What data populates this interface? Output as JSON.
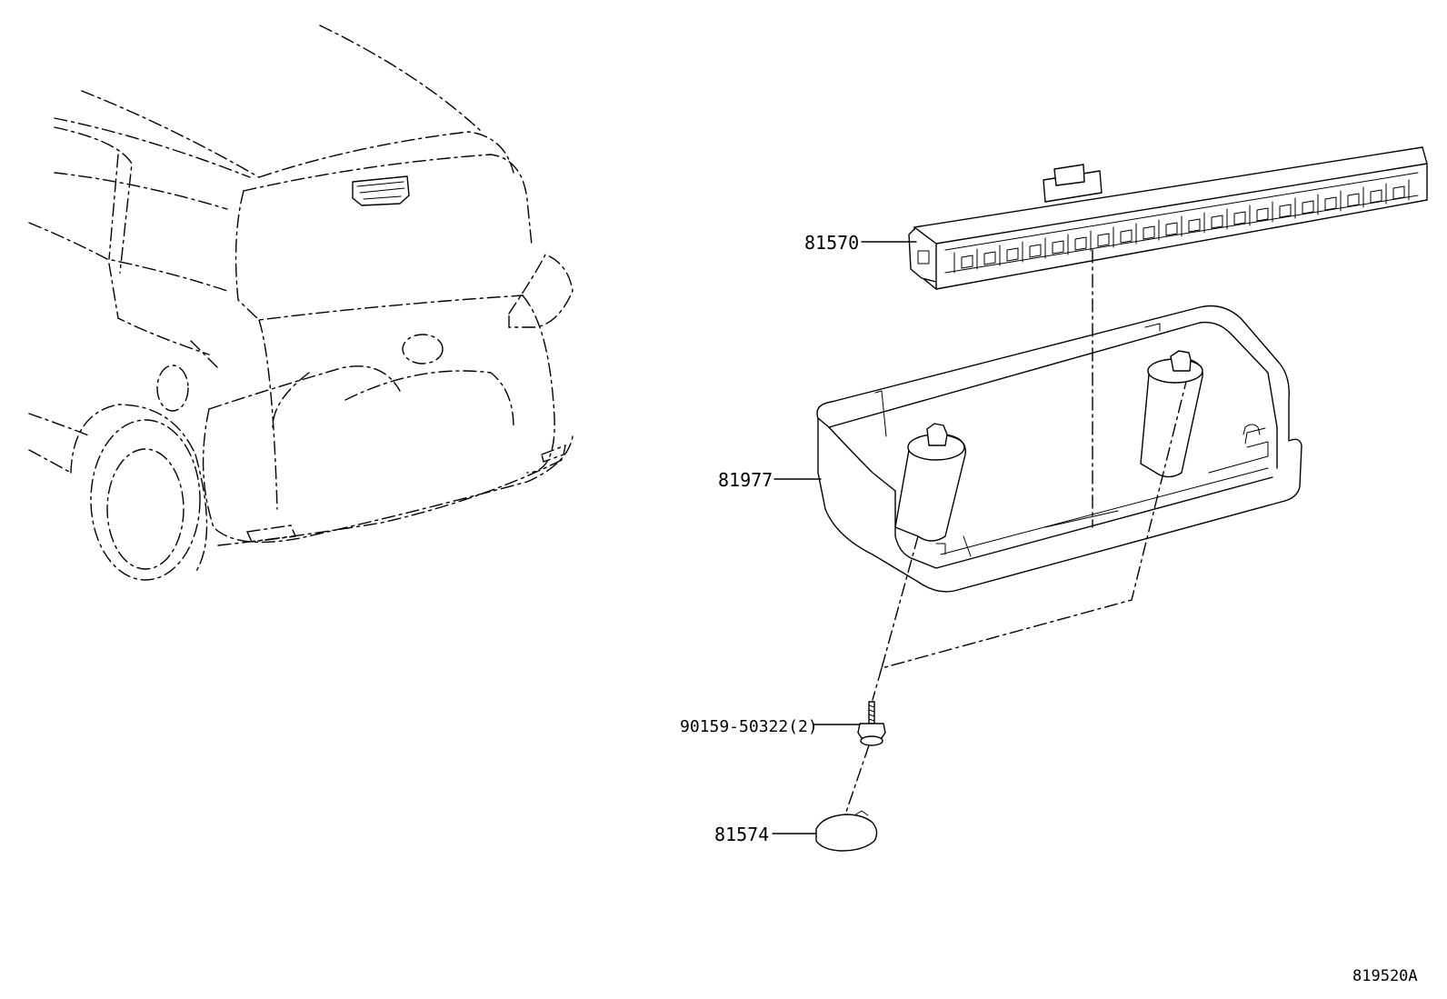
{
  "diagram": {
    "reference_code": "819520A",
    "callouts": [
      {
        "id": "81570",
        "label": "81570",
        "part": "high-mount-stop-lamp"
      },
      {
        "id": "81977",
        "label": "81977",
        "part": "lamp-cover"
      },
      {
        "id": "90159",
        "label": "90159-50322(2)",
        "part": "screw"
      },
      {
        "id": "81574",
        "label": "81574",
        "part": "cap"
      }
    ]
  }
}
